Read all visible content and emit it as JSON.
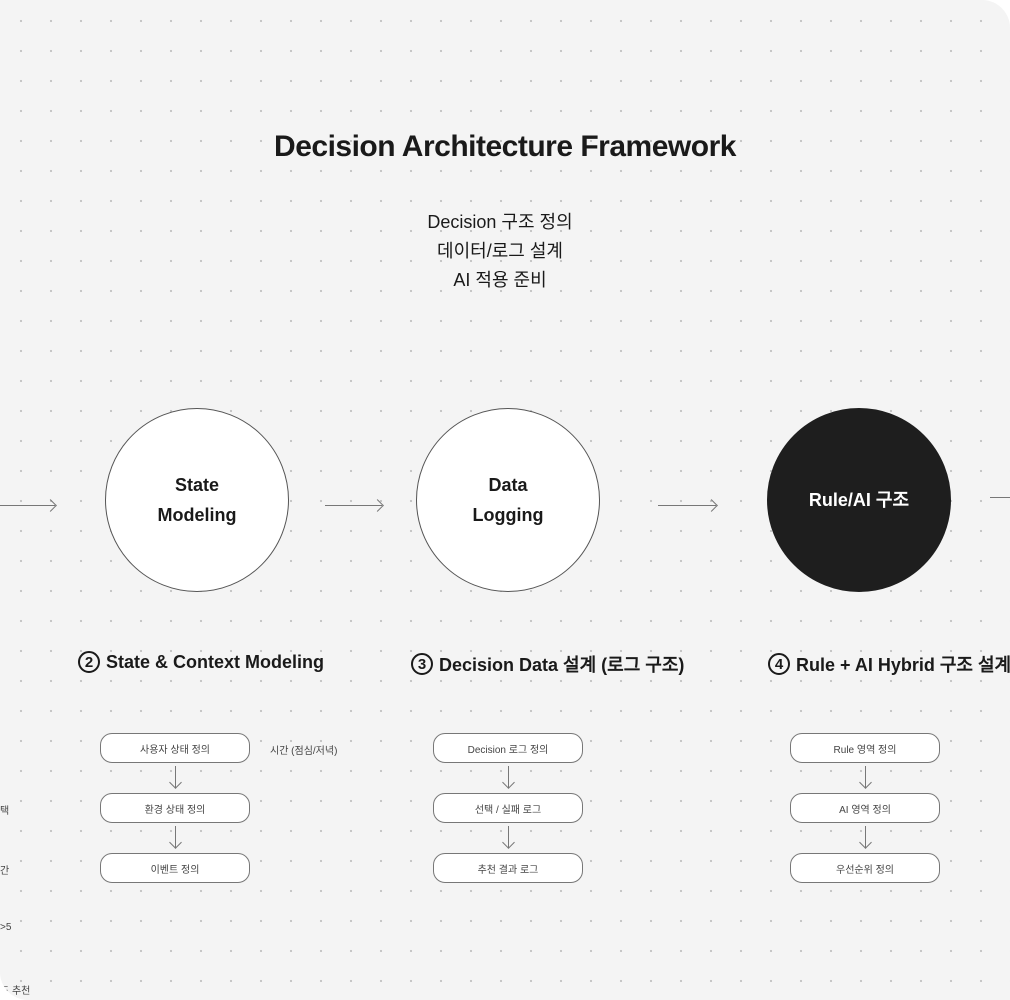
{
  "title": "Decision Architecture Framework",
  "subtitle_lines": [
    "Decision 구조 정의",
    "데이터/로그 설계",
    "AI 적용 준비"
  ],
  "circles": [
    {
      "line1": "State",
      "line2": "Modeling"
    },
    {
      "line1": "Data",
      "line2": "Logging"
    },
    {
      "line1": "Rule/AI 구조",
      "line2": ""
    }
  ],
  "sections": [
    {
      "num": "2",
      "title": "State & Context Modeling",
      "boxes": [
        "사용자 상태 정의",
        "환경 상태 정의",
        "이벤트 정의"
      ],
      "note": "시간 (점심/저녁)"
    },
    {
      "num": "3",
      "title": "Decision Data 설계 (로그 구조)",
      "boxes": [
        "Decision 로그 정의",
        "선택 / 실패 로그",
        "추천 결과 로그"
      ]
    },
    {
      "num": "4",
      "title": "Rule + AI Hybrid 구조 설계",
      "boxes": [
        "Rule 영역 정의",
        "AI 영역 정의",
        "우선순위 정의"
      ]
    }
  ],
  "left_clipped": [
    "택",
    "간",
    ">5",
    "드 추천"
  ]
}
